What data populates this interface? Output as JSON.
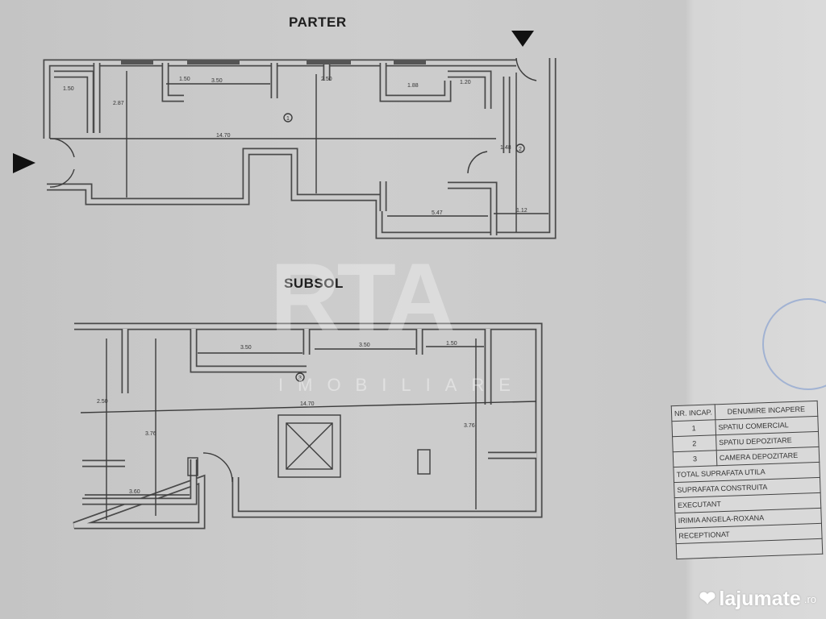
{
  "plans": {
    "parter": {
      "title": "PARTER",
      "dimensions": [
        "1.50",
        "2.87",
        "1.50",
        "3.50",
        "2.50",
        "1.88",
        "1.20",
        "14.70",
        "1.48",
        "5.47",
        "1.12"
      ],
      "rooms": [
        "1",
        "2"
      ]
    },
    "subsol": {
      "title": "SUBSOL",
      "dimensions": [
        "3.50",
        "3.50",
        "1.50",
        "14.70",
        "2.50",
        "3.76",
        "3.60",
        "3.76"
      ],
      "rooms": [
        "3"
      ]
    }
  },
  "legend_table": {
    "header": [
      "NR. INCAP.",
      "DENUMIRE INCAPERE"
    ],
    "rows": [
      [
        "1",
        "SPATIU COMERCIAL"
      ],
      [
        "2",
        "SPATIU DEPOZITARE"
      ],
      [
        "3",
        "CAMERA DEPOZITARE"
      ]
    ],
    "footer_rows": [
      "TOTAL SUPRAFATA UTILA",
      "SUPRAFATA CONSTRUITA",
      "EXECUTANT",
      "IRIMIA ANGELA-ROXANA",
      "RECEPTIONAT"
    ]
  },
  "watermark": {
    "main": "RTA",
    "sub": "IMOBILIARE"
  },
  "brand": {
    "name": "lajumate",
    "tld": ".ro",
    "color": "#ffffff"
  }
}
